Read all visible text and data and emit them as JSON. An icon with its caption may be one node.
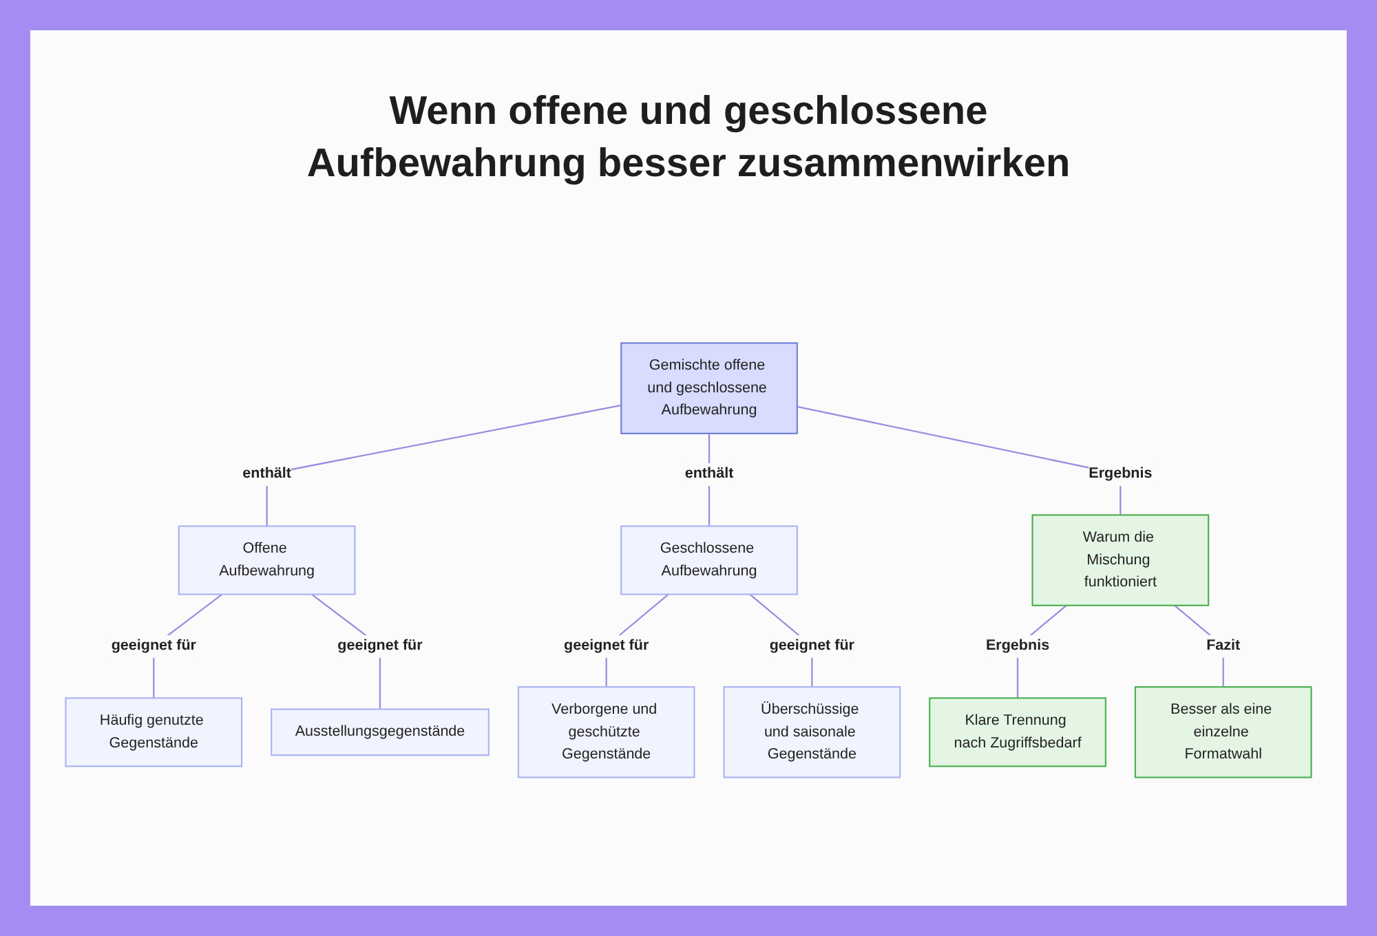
{
  "diagram": {
    "title": "Wenn offene und geschlossene Aufbewahrung besser zusammenwirken",
    "nodes": [
      {
        "text": [
          "Gemischte offene und geschlossene Aufbewahrung"
        ]
      },
      {
        "text": [
          "Offene Aufbewahrung"
        ]
      },
      {
        "text": [
          "Geschlossene Aufbewahrung"
        ]
      },
      {
        "text": [
          "Warum die Mischung funktioniert"
        ]
      },
      {
        "text": [
          "Häufig genutzte Gegenstände"
        ]
      },
      {
        "text": [
          "Ausstellungsgegenstände"
        ]
      },
      {
        "text": [
          "Verborgene und geschützte Gegenstände"
        ]
      },
      {
        "text": [
          "Überschüssige und saisonale Gegenstände"
        ]
      },
      {
        "text": [
          "Klare Trennung nach Zugriffsbedarf"
        ]
      },
      {
        "text": [
          "Besser als eine einzelne Formatwahl"
        ]
      }
    ],
    "edges": [
      {
        "from": 0,
        "to": 1,
        "arrow": "none",
        "label": "enthält"
      },
      {
        "from": 0,
        "to": 2,
        "arrow": "none",
        "label": "enthält"
      },
      {
        "from": 0,
        "to": 3,
        "arrow": "none",
        "label": "Ergebnis"
      },
      {
        "from": 1,
        "to": 4,
        "arrow": "none",
        "label": "geeignet für"
      },
      {
        "from": 1,
        "to": 5,
        "arrow": "none",
        "label": "geeignet für"
      },
      {
        "from": 2,
        "to": 6,
        "arrow": "none",
        "label": "geeignet für"
      },
      {
        "from": 2,
        "to": 7,
        "arrow": "none",
        "label": "geeignet für"
      },
      {
        "from": 3,
        "to": 8,
        "arrow": "none",
        "label": "Ergebnis"
      },
      {
        "from": 3,
        "to": 9,
        "arrow": "none",
        "label": "Fazit"
      }
    ]
  }
}
